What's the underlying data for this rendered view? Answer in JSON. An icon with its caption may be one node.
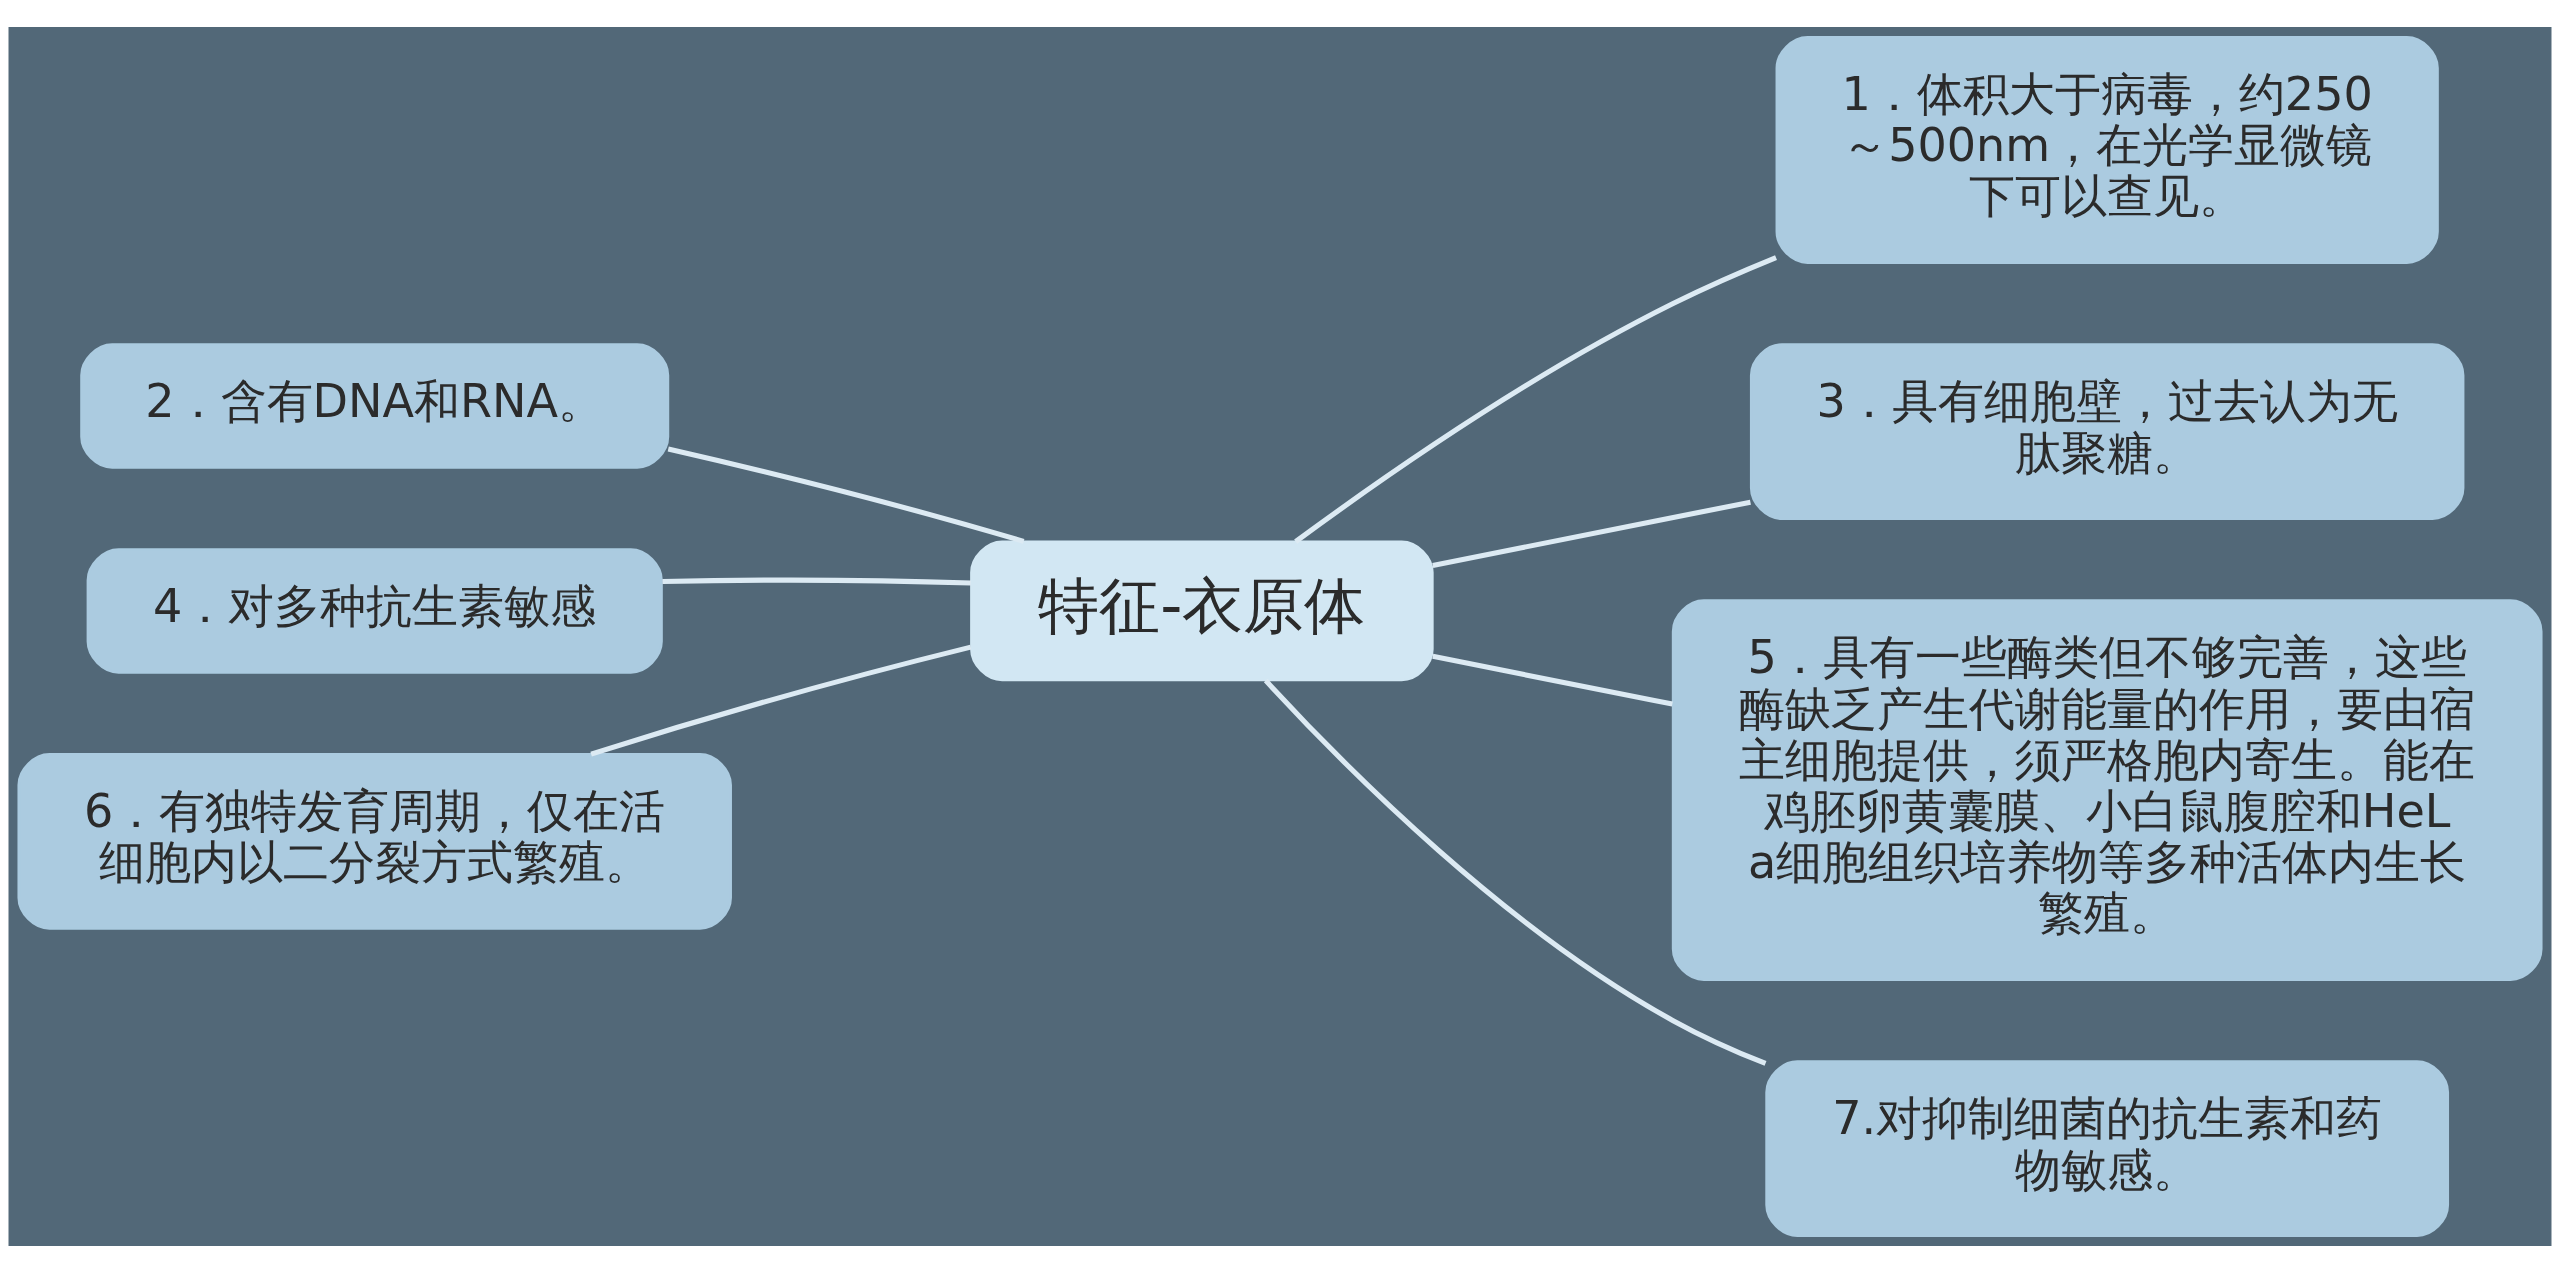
{
  "diagram": {
    "nodes": [
      {
        "text": [
          "特征-衣原体"
        ]
      },
      {
        "text": [
          "1．体积大于病毒，约250～500nm，在光学显微镜下可以查见。"
        ]
      },
      {
        "text": [
          "2．含有DNA和RNA。"
        ]
      },
      {
        "text": [
          "3．具有细胞壁，过去认为无肽聚糖。"
        ]
      },
      {
        "text": [
          "4．对多种抗生素敏感"
        ]
      },
      {
        "text": [
          "5．具有一些酶类但不够完善，这些酶缺乏产生代谢能量的作用，要由宿主细胞提供，须严格胞内寄生。能在鸡胚卵黄囊膜、小白鼠腹腔和HeLa细胞组织培养物等多种活体内生长繁殖。"
        ]
      },
      {
        "text": [
          "6．有独特发育周期，仅在活细胞内以二分裂方式繁殖。"
        ]
      },
      {
        "text": [
          "7.对抑制细菌的抗生素和药物敏感。"
        ]
      }
    ],
    "edges": [
      {
        "from": 0,
        "to": 1,
        "arrow": "none"
      },
      {
        "from": 0,
        "to": 2,
        "arrow": "none"
      },
      {
        "from": 0,
        "to": 3,
        "arrow": "none"
      },
      {
        "from": 0,
        "to": 4,
        "arrow": "none"
      },
      {
        "from": 0,
        "to": 5,
        "arrow": "none"
      },
      {
        "from": 0,
        "to": 6,
        "arrow": "none"
      },
      {
        "from": 0,
        "to": 7,
        "arrow": "none"
      }
    ]
  }
}
